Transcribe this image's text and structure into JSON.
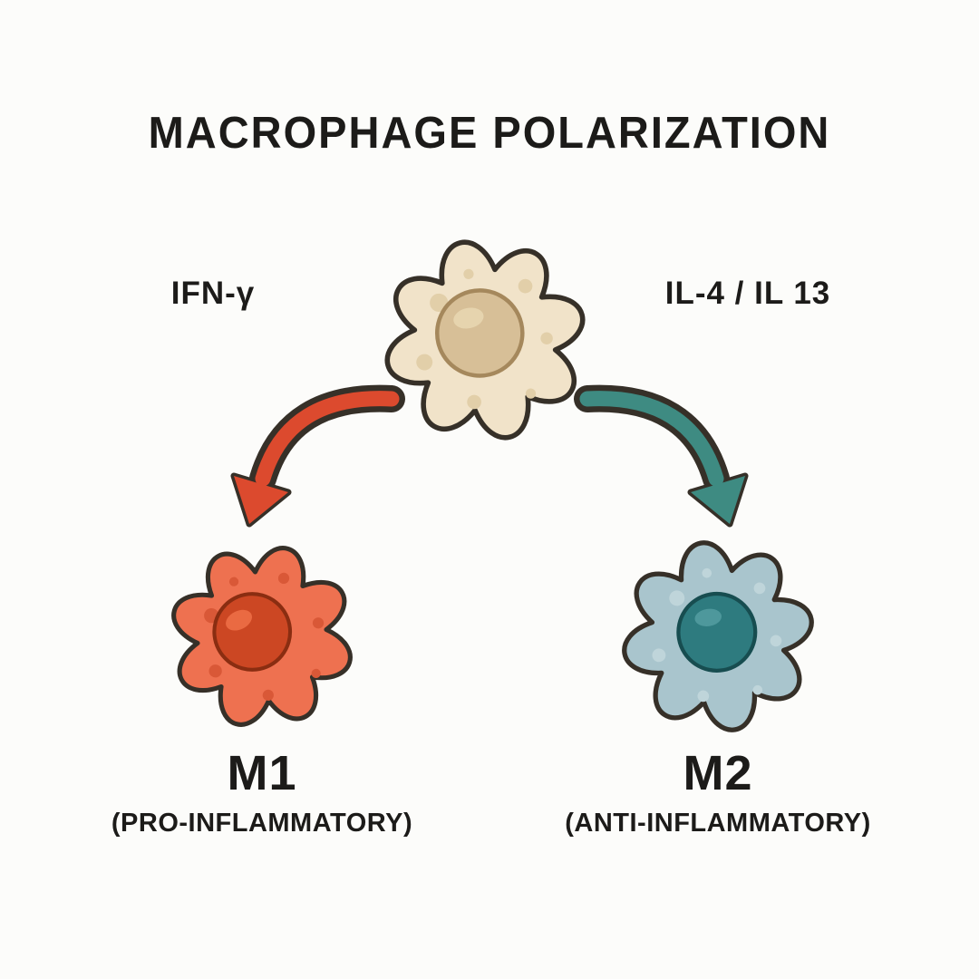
{
  "title": "MACROPHAGE POLARIZATION",
  "labels": {
    "left_cytokine": "IFN-γ",
    "right_cytokine": "IL-4 / IL 13",
    "m1_name": "M1",
    "m1_sub": "(PRO-INFLAMMATORY)",
    "m2_name": "M2",
    "m2_sub": "(ANTI-INFLAMMATORY)"
  },
  "cells": {
    "naive": "naive macrophage",
    "m1": "M1 macrophage",
    "m2": "M2 macrophage"
  },
  "colors": {
    "background": "#fcfcfa",
    "text": "#1c1b19",
    "outline": "#363028",
    "naive_body": "#f1e3c9",
    "naive_spot": "#e2cfa9",
    "naive_nucleus": "#d7bf97",
    "naive_nucleus_stroke": "#a5885c",
    "naive_nucleus_highlight": "#e6d4ae",
    "m1_body": "#ee7150",
    "m1_spot": "#d95837",
    "m1_nucleus": "#cc4723",
    "m1_nucleus_stroke": "#8a2d11",
    "m1_nucleus_highlight": "#ea6a42",
    "m1_arrow": "#dc4a2e",
    "m2_body": "#a9c5cd",
    "m2_spot": "#bfd5da",
    "m2_nucleus": "#2e7b7f",
    "m2_nucleus_stroke": "#174d50",
    "m2_nucleus_highlight": "#4e989c",
    "m2_arrow": "#3e8b82"
  }
}
